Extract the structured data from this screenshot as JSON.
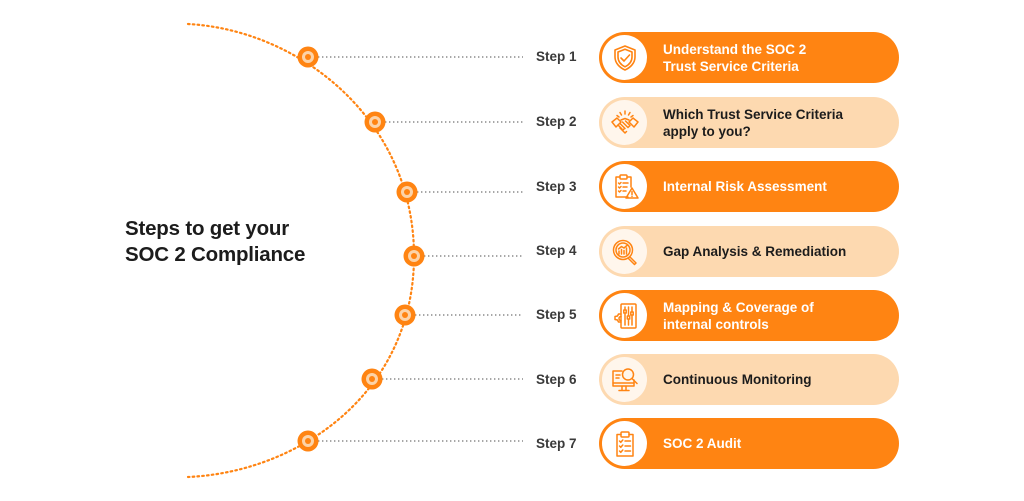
{
  "title": {
    "line1": "Steps to get your",
    "line2": "SOC 2 Compliance"
  },
  "colors": {
    "accent": "#ff8412",
    "accent_light": "#fdd9b0",
    "node_inner": "#fcd3a8",
    "connector": "#8a8a8a",
    "text_dark": "#1c1c1c"
  },
  "steps": [
    {
      "label": "Step 1",
      "line1": "Understand the SOC 2",
      "line2": "Trust Service Criteria",
      "icon": "shield-check-icon",
      "style": "dark"
    },
    {
      "label": "Step 2",
      "line1": "Which Trust Service Criteria",
      "line2": "apply to you?",
      "icon": "handshake-icon",
      "style": "light"
    },
    {
      "label": "Step 3",
      "line1": "Internal Risk Assessment",
      "line2": "",
      "icon": "clipboard-warning-icon",
      "style": "dark"
    },
    {
      "label": "Step 4",
      "line1": "Gap Analysis & Remediation",
      "line2": "",
      "icon": "magnifier-chart-icon",
      "style": "light"
    },
    {
      "label": "Step 5",
      "line1": "Mapping & Coverage of",
      "line2": "internal controls",
      "icon": "gear-sliders-icon",
      "style": "dark"
    },
    {
      "label": "Step 6",
      "line1": "Continuous Monitoring",
      "line2": "",
      "icon": "monitor-search-icon",
      "style": "light"
    },
    {
      "label": "Step 7",
      "line1": "SOC 2 Audit",
      "line2": "",
      "icon": "clipboard-checklist-icon",
      "style": "dark"
    }
  ]
}
